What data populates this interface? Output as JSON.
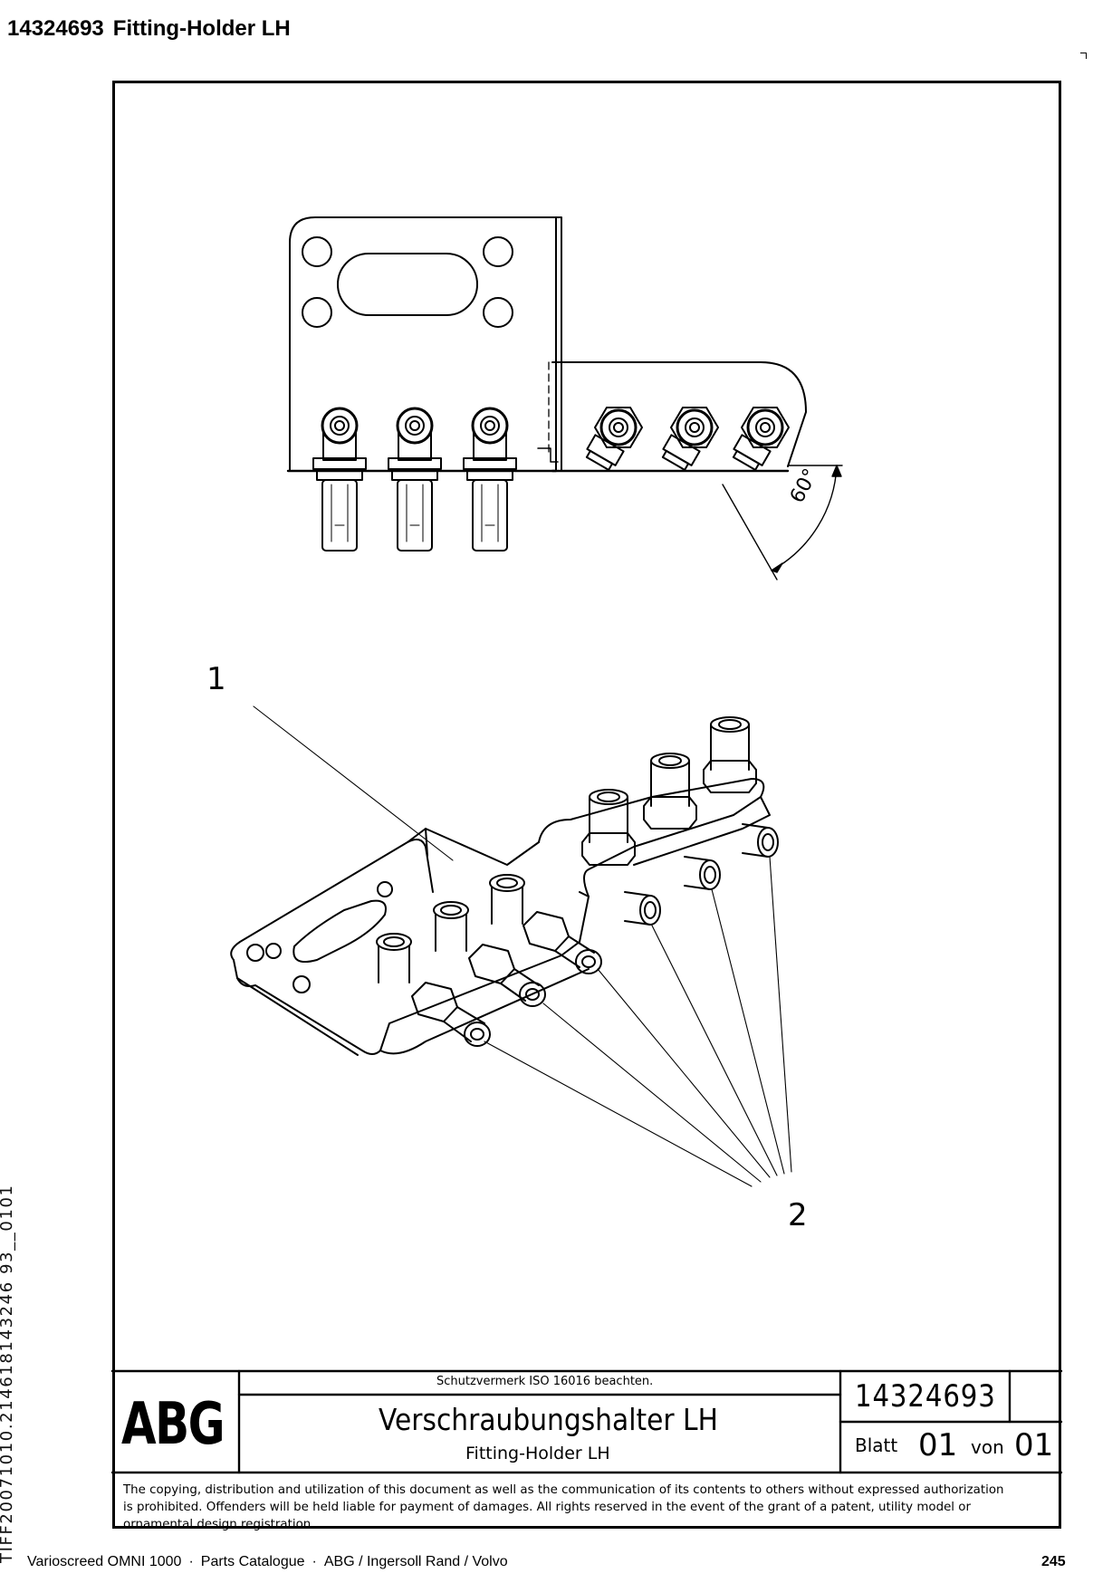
{
  "header": {
    "part_number": "14324693",
    "part_name": "Fitting-Holder LH"
  },
  "drawing": {
    "angle_label": "60°",
    "callouts": [
      "1",
      "2"
    ]
  },
  "side_label": "TIFF20071010.214618143246 93__0101",
  "title_block": {
    "logo": "ABG",
    "note": "Schutzvermerk ISO 16016 beachten.",
    "title_de": "Verschraubungshalter LH",
    "title_en": "Fitting-Holder LH",
    "drawing_number": "14324693",
    "sheet_label": "Blatt",
    "sheet_number": "01",
    "of_label": "von",
    "sheet_total": "01"
  },
  "copyright": [
    "The copying, distribution and utilization of this document as well as the communication of its contents to others without expressed authorization",
    "is prohibited. Offenders will be held liable for payment of damages. All rights reserved in the event of the grant of a patent, utility model or",
    "ornamental design registration."
  ],
  "footer": {
    "items": [
      "Varioscreed OMNI 1000",
      "Parts Catalogue",
      "ABG / Ingersoll Rand / Volvo"
    ],
    "separator": "·",
    "page_number": "245"
  }
}
